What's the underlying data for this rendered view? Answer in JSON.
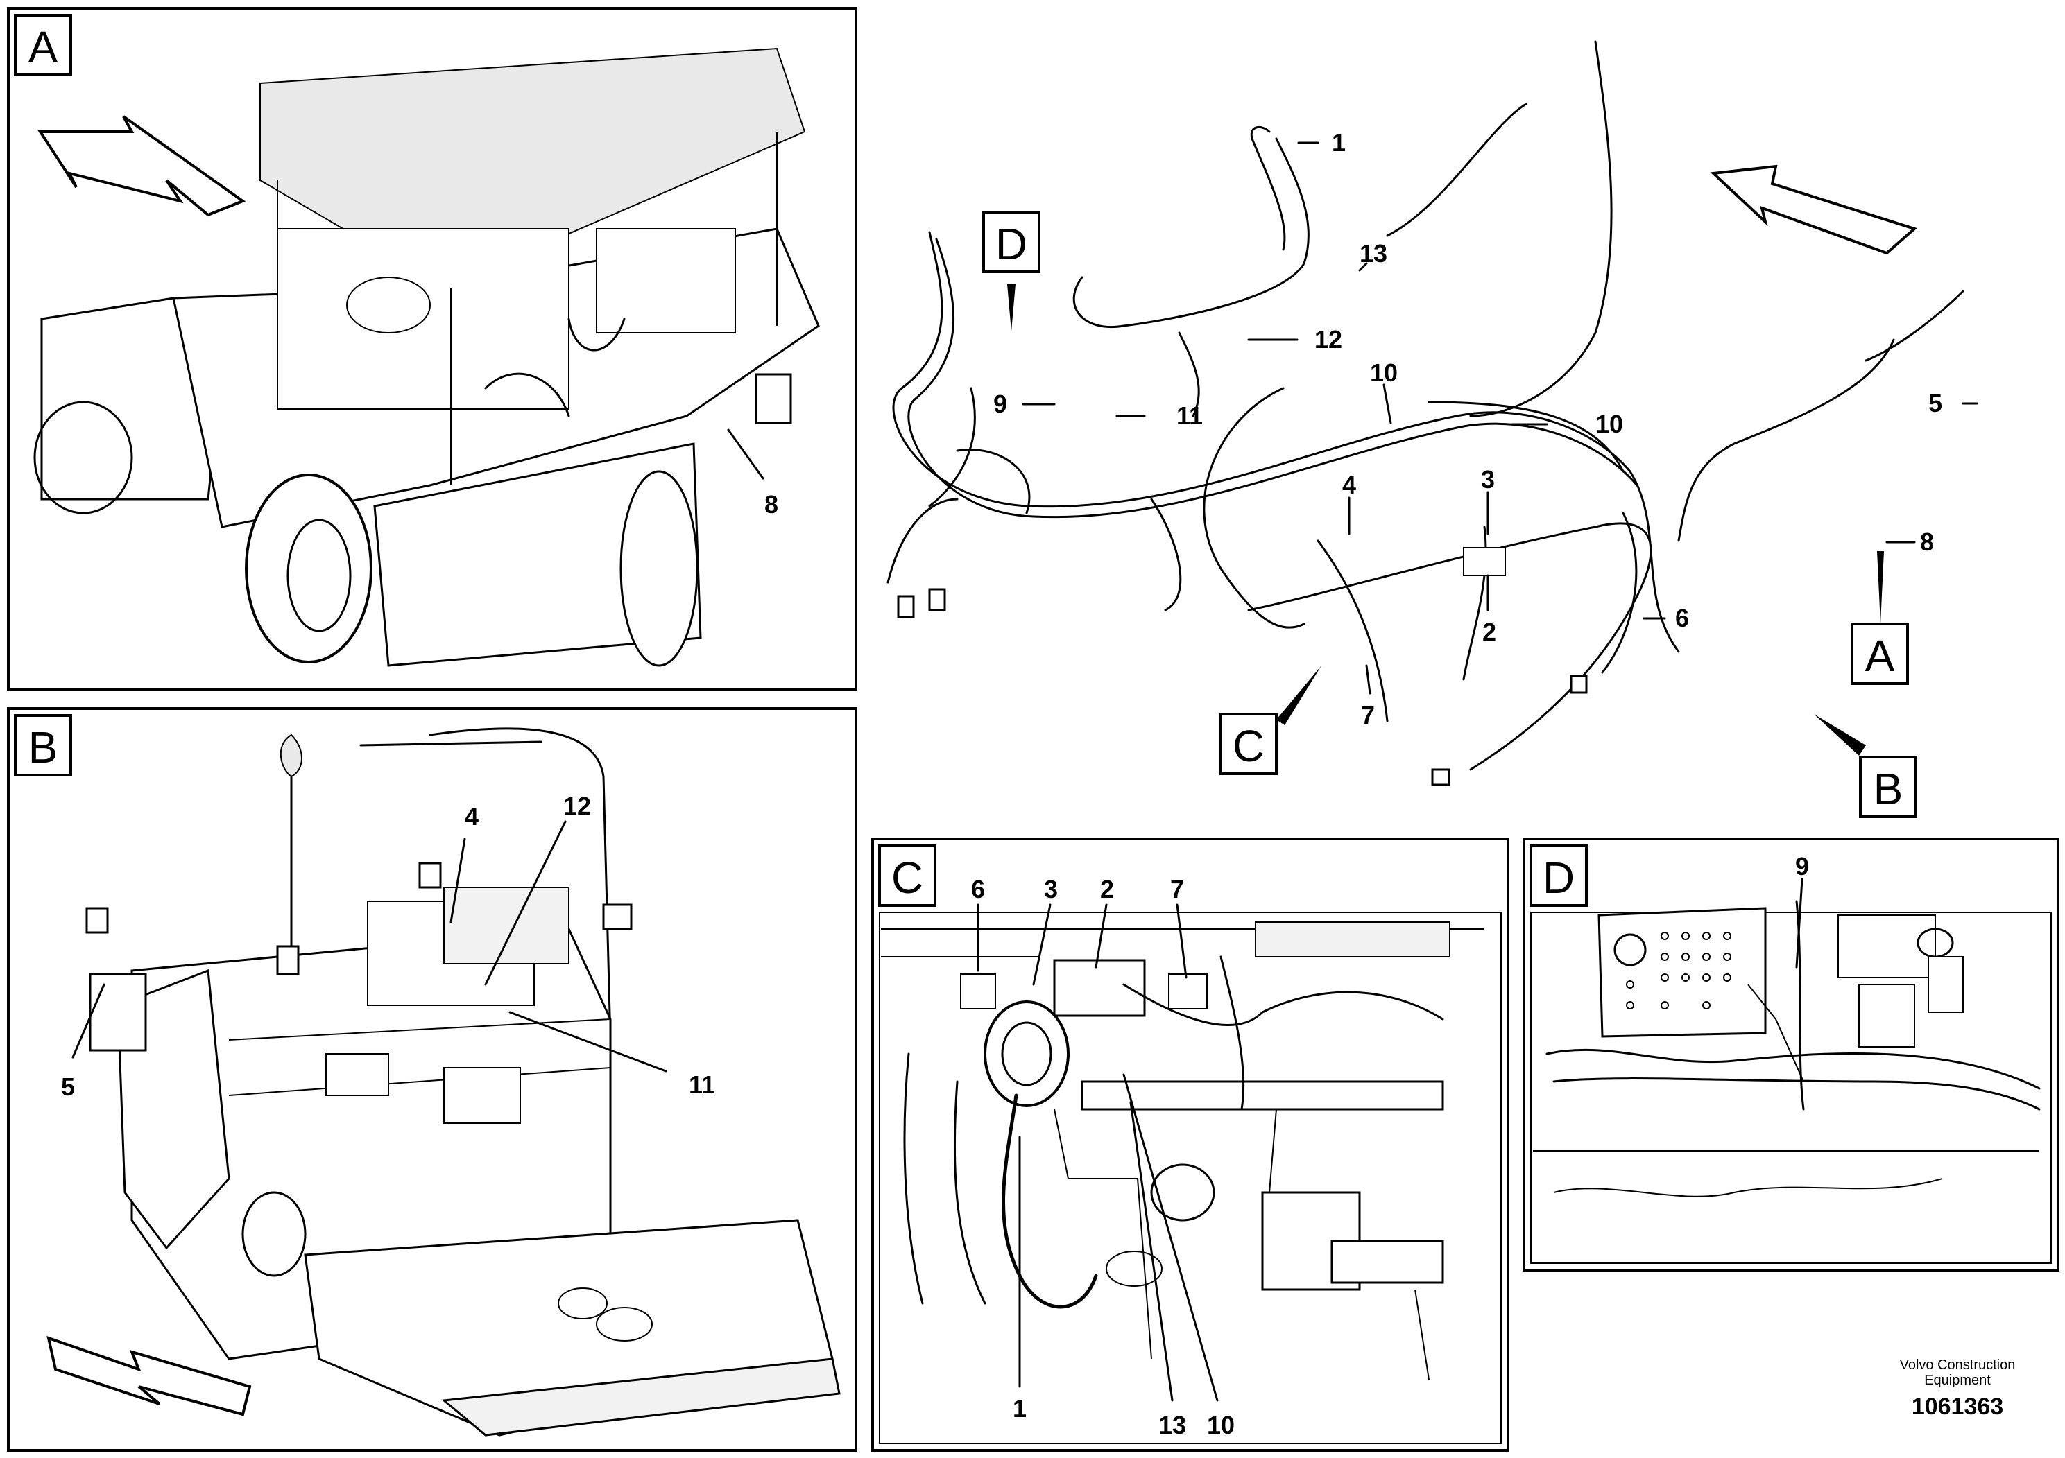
{
  "views": {
    "A": {
      "letter": "A",
      "callouts": [
        "8"
      ]
    },
    "B": {
      "letter": "B",
      "callouts": [
        "4",
        "12",
        "5",
        "11"
      ]
    },
    "C": {
      "letter": "C",
      "callouts": [
        "6",
        "3",
        "2",
        "7",
        "1",
        "13",
        "10"
      ]
    },
    "D": {
      "letter": "D",
      "callouts": [
        "9"
      ]
    }
  },
  "harness": {
    "callouts": [
      "1",
      "13",
      "12",
      "11",
      "9",
      "10",
      "10",
      "5",
      "8",
      "4",
      "3",
      "2",
      "6",
      "7"
    ],
    "view_markers": [
      "D",
      "A",
      "B",
      "C"
    ]
  },
  "footer": {
    "credit_line1": "Volvo Construction",
    "credit_line2": "Equipment",
    "doc_number": "1061363"
  }
}
